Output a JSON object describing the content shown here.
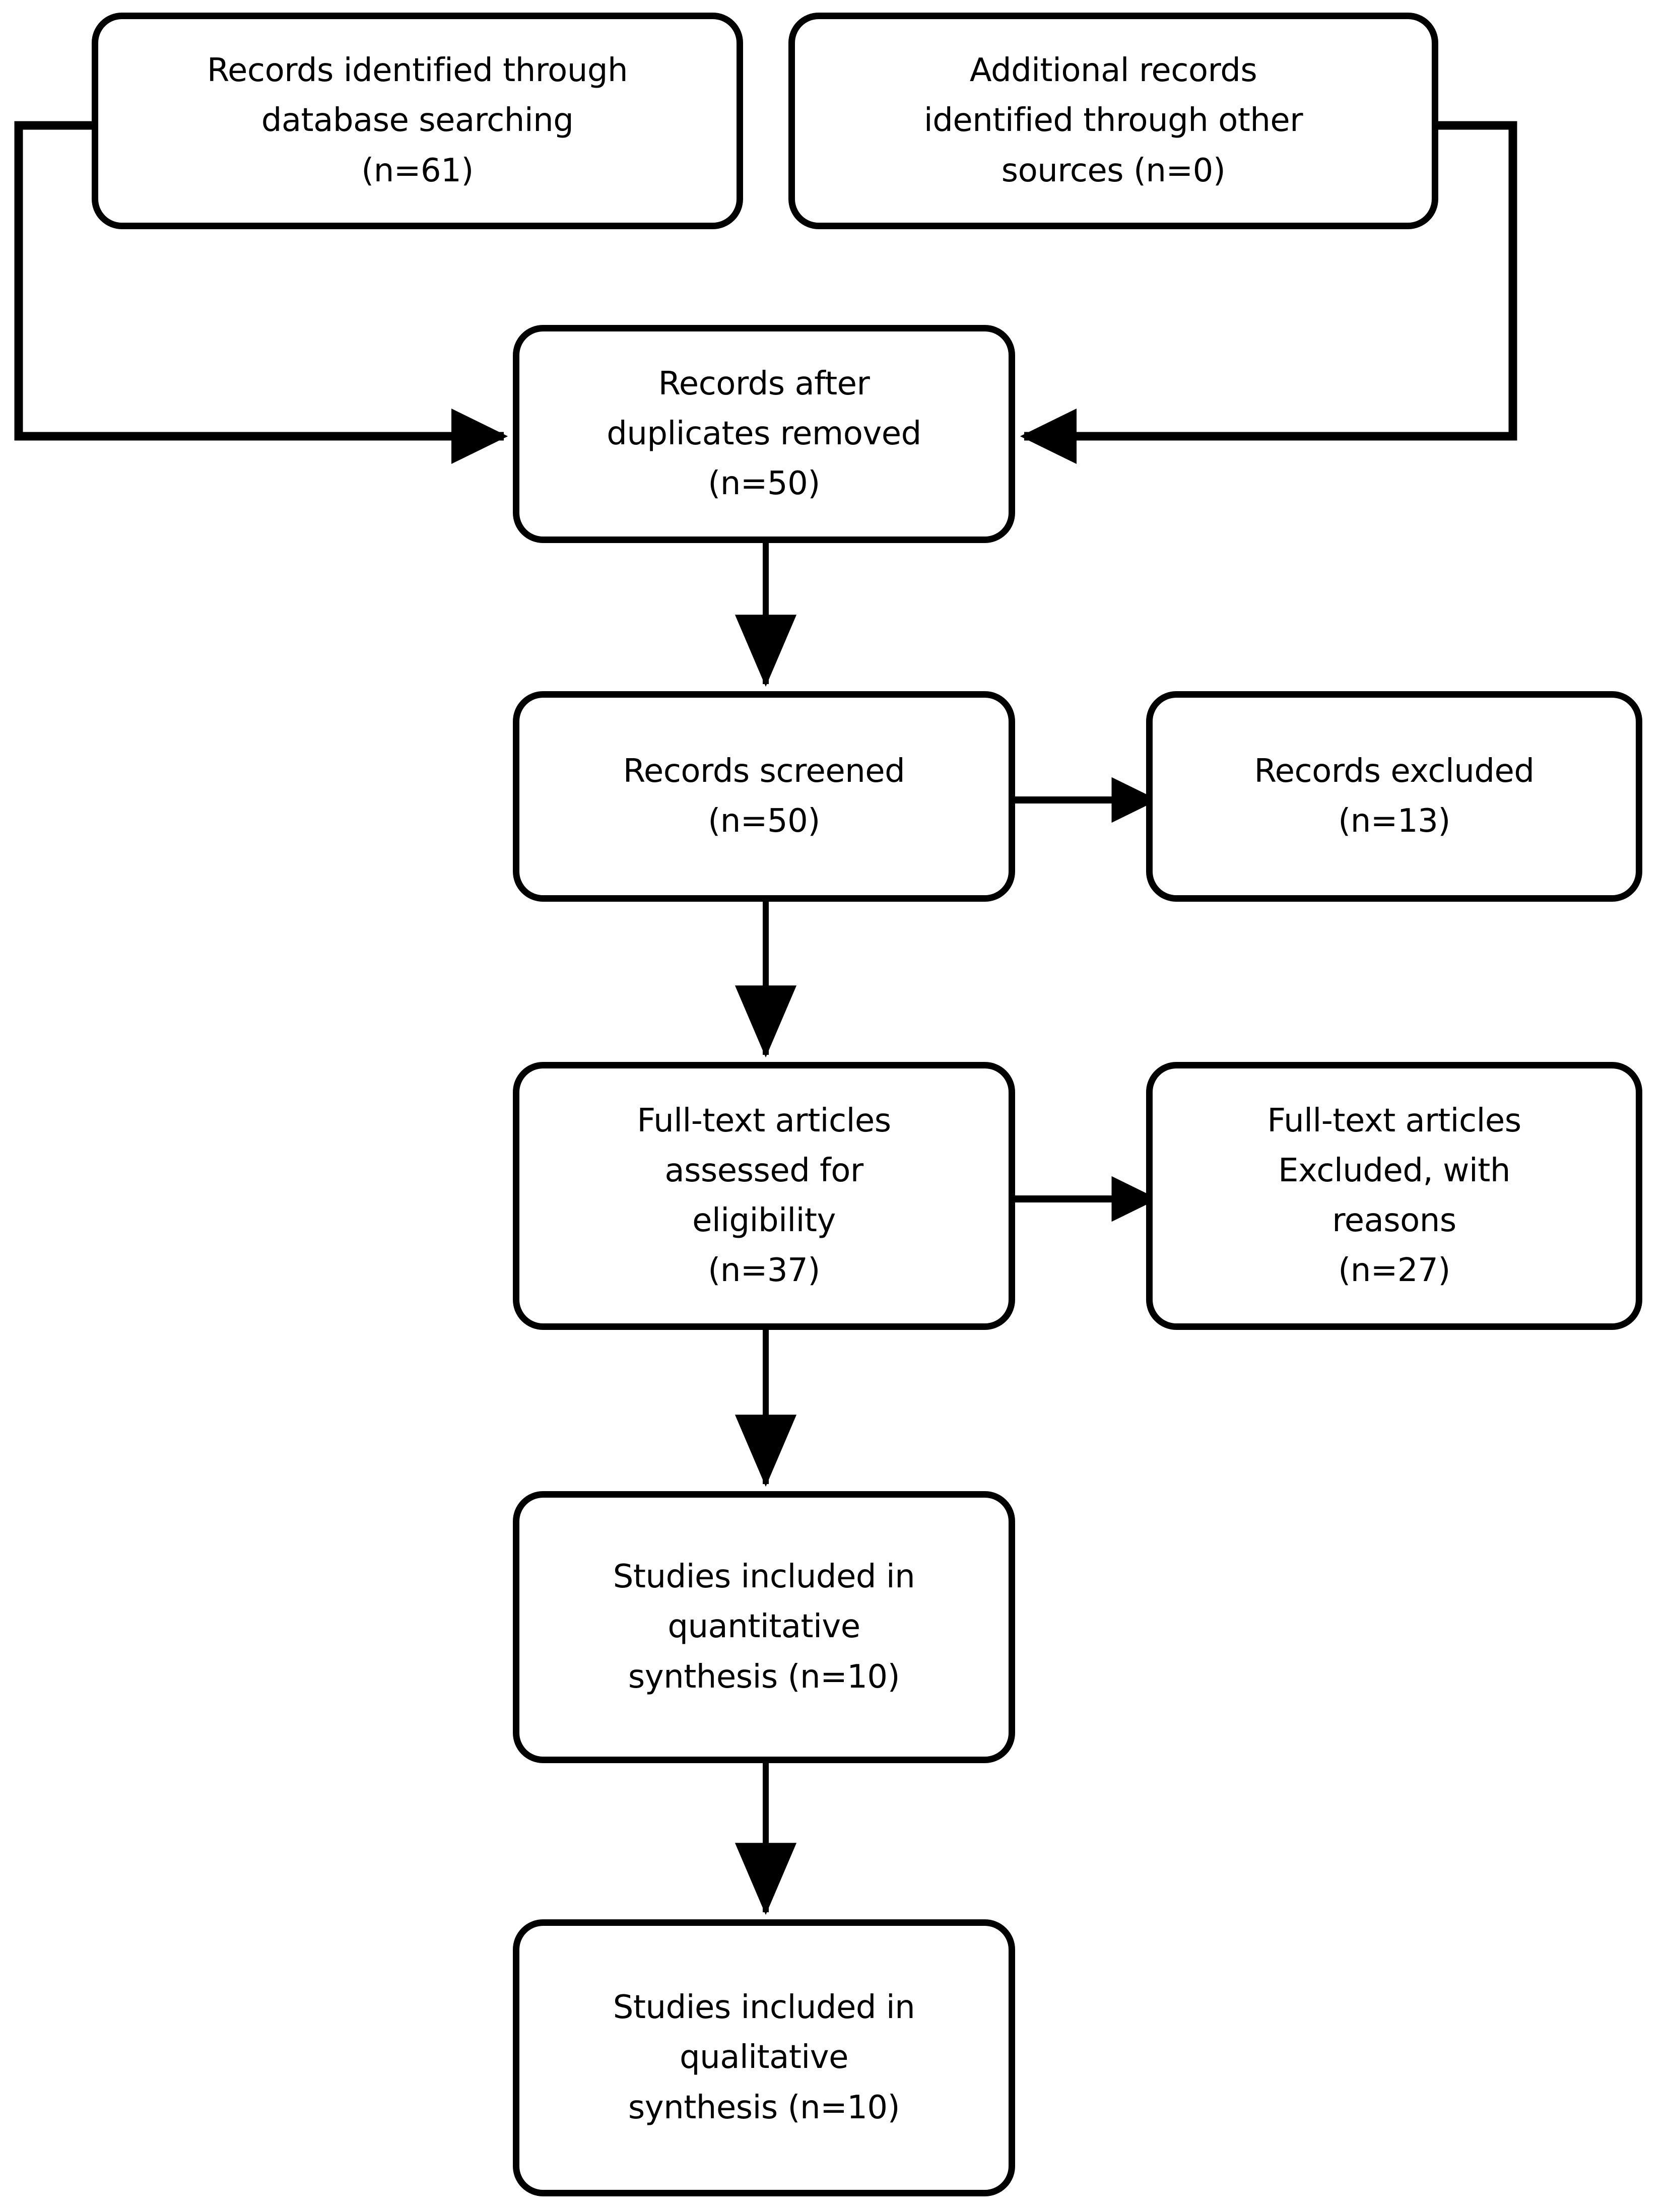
{
  "diagram": {
    "type": "prisma-flow-diagram",
    "stroke_color": "#000000",
    "background_color": "#ffffff",
    "boxes": [
      {
        "id": "db-search",
        "text": "Records identified through\ndatabase searching\n(n=61)",
        "n": 61
      },
      {
        "id": "other-sources",
        "text": "Additional records\nidentified through other\nsources (n=0)",
        "n": 0
      },
      {
        "id": "duplicates",
        "text": "Records after\nduplicates removed\n(n=50)",
        "n": 50
      },
      {
        "id": "screened",
        "text": "Records screened\n(n=50)",
        "n": 50
      },
      {
        "id": "records-excluded",
        "text": "Records excluded\n(n=13)",
        "n": 13
      },
      {
        "id": "fulltext-assessed",
        "text": "Full-text articles\nassessed for\neligibility\n(n=37)",
        "n": 37
      },
      {
        "id": "fulltext-excluded",
        "text": "Full-text articles\nExcluded, with\nreasons\n(n=27)",
        "n": 27
      },
      {
        "id": "quantitative",
        "text": "Studies included in\nquantitative\nsynthesis (n=10)",
        "n": 10
      },
      {
        "id": "qualitative",
        "text": "Studies included in\nqualitative\nsynthesis (n=10)",
        "n": 10
      }
    ],
    "connectors": [
      {
        "id": "db-search-to-duplicates",
        "from": "db-search",
        "to": "duplicates",
        "shape": "elbow-left",
        "arrow": "end"
      },
      {
        "id": "other-sources-to-duplicates",
        "from": "other-sources",
        "to": "duplicates",
        "shape": "elbow-right",
        "arrow": "end"
      },
      {
        "id": "duplicates-to-screened",
        "from": "duplicates",
        "to": "screened",
        "shape": "vertical",
        "arrow": "end"
      },
      {
        "id": "screened-to-records-excluded",
        "from": "screened",
        "to": "records-excluded",
        "shape": "horizontal",
        "arrow": "end"
      },
      {
        "id": "screened-to-fulltext",
        "from": "screened",
        "to": "fulltext-assessed",
        "shape": "vertical",
        "arrow": "end"
      },
      {
        "id": "fulltext-to-fulltext-excluded",
        "from": "fulltext-assessed",
        "to": "fulltext-excluded",
        "shape": "horizontal",
        "arrow": "end"
      },
      {
        "id": "fulltext-to-quantitative",
        "from": "fulltext-assessed",
        "to": "quantitative",
        "shape": "vertical",
        "arrow": "end"
      },
      {
        "id": "quantitative-to-qualitative",
        "from": "quantitative",
        "to": "qualitative",
        "shape": "vertical",
        "arrow": "end"
      }
    ]
  }
}
